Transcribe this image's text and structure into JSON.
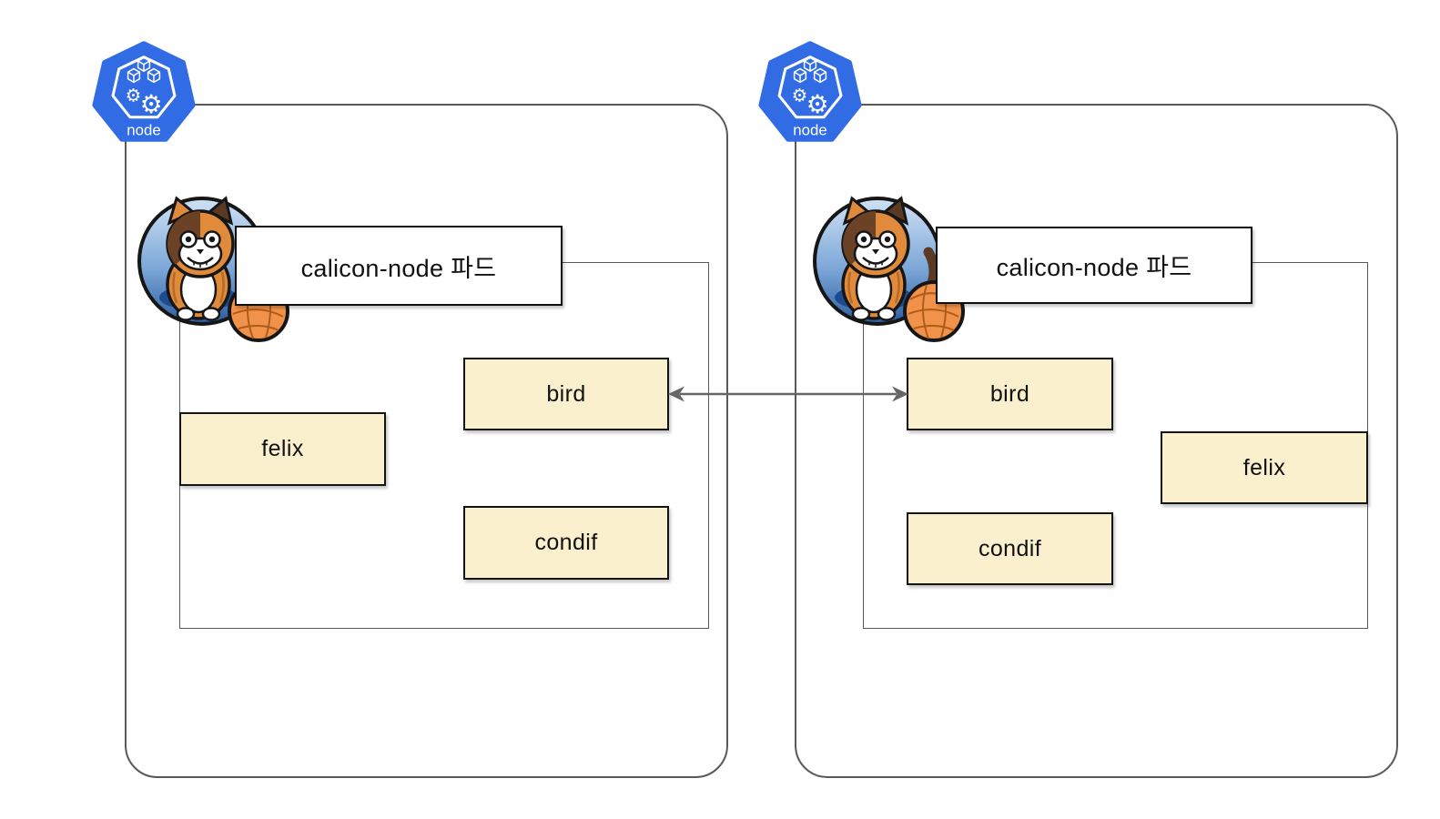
{
  "diagram_title": "calico node peering diagram",
  "colors": {
    "component_fill": "#FAF0CE",
    "component_border": "#141414",
    "frame_border": "#58595B",
    "kubernetes_blue": "#326CE5",
    "arrow": "#666666"
  },
  "nodes": [
    {
      "node_icon_label": "node",
      "pod_label": "calicon-node 파드",
      "components": [
        {
          "label": "felix"
        },
        {
          "label": "bird"
        },
        {
          "label": "condif"
        }
      ]
    },
    {
      "node_icon_label": "node",
      "pod_label": "calicon-node 파드",
      "components": [
        {
          "label": "bird"
        },
        {
          "label": "felix"
        },
        {
          "label": "condif"
        }
      ]
    }
  ],
  "connection": {
    "type": "bidirectional-arrow",
    "between": [
      "bird",
      "bird"
    ]
  }
}
